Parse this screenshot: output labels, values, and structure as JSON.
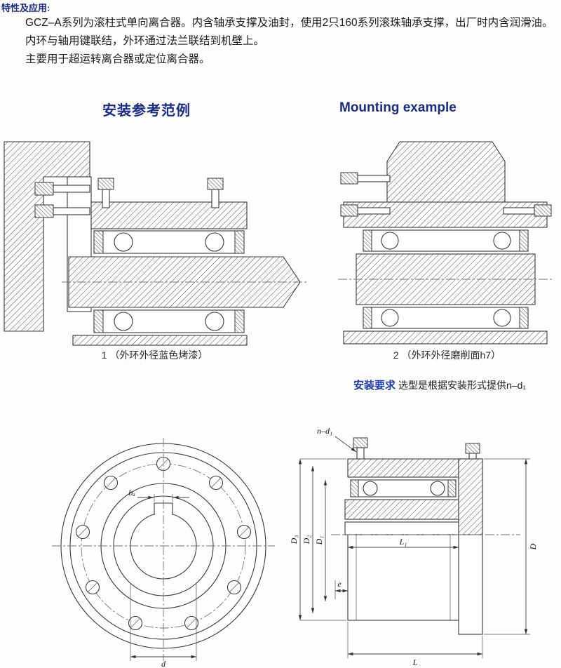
{
  "header": {
    "title": "特性及应用:"
  },
  "intro": {
    "lines": [
      "GCZ–A系列为滚柱式单向离合器。内含轴承支撑及油封，使用2只160系列滚珠轴承支撑，出厂时内含润滑油。",
      "内环与轴用键联结，外环通过法兰联结到机壁上。",
      "主要用于超运转离合器或定位离合器。"
    ]
  },
  "mounting": {
    "heading_cn": "安装参考范例",
    "heading_en": "Mounting example",
    "caption1": "1 （外环外径蓝色烤漆）",
    "caption2": "2 （外环外径磨削面h7）"
  },
  "requirement": {
    "label": "安装要求",
    "text": "选型是根据安装形式提供n–d₁"
  },
  "dimensions": {
    "n_d1": "n–d₁",
    "b": "bₐ",
    "d": "d",
    "L1": "L₁",
    "L": "L",
    "D": "D",
    "D1": "D₁",
    "D2": "D₂",
    "D3": "D₃",
    "e": "e"
  },
  "colors": {
    "heading": "#1c2d85",
    "requirement_label": "#1f3aa5",
    "body_text": "#1c1c1c",
    "drawing_line": "#3a3a3a"
  }
}
